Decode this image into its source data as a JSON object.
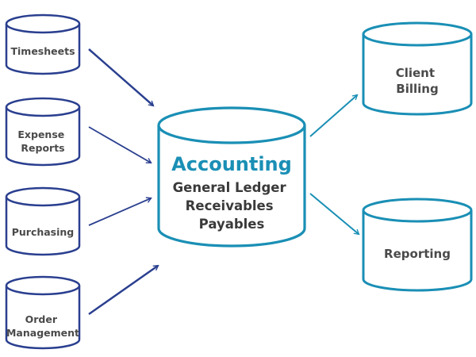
{
  "colors": {
    "small_cylinder_stroke": "#2a3f8f",
    "teal_cylinder_stroke": "#1a8fb5",
    "input_arrow": "#2a3f8f",
    "output_arrow": "#1a8fb5",
    "hub_title": "#1a8fb5",
    "label_text": "#4a4a4a"
  },
  "inputs": [
    {
      "lines": [
        "Timesheets"
      ]
    },
    {
      "lines": [
        "Expense",
        "Reports"
      ]
    },
    {
      "lines": [
        "Purchasing"
      ]
    },
    {
      "lines": [
        "Order",
        "Management"
      ]
    }
  ],
  "hub": {
    "title": "Accounting",
    "lines": [
      "General Ledger",
      "Receivables",
      "Payables"
    ]
  },
  "outputs": [
    {
      "lines": [
        "Client",
        "Billing"
      ]
    },
    {
      "lines": [
        "Reporting"
      ]
    }
  ]
}
